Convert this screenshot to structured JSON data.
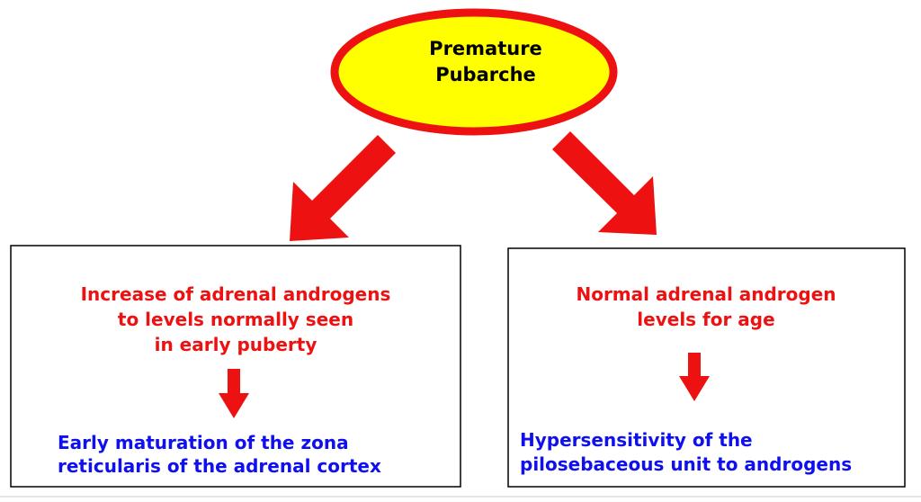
{
  "root": {
    "line1": "Premature",
    "line2": "Pubarche"
  },
  "left_box": {
    "cause_line1": "Increase of adrenal androgens",
    "cause_line2": "to levels normally seen",
    "cause_line3": "in early puberty",
    "effect_line1": "Early maturation of the zona",
    "effect_line2": "reticularis of the adrenal cortex"
  },
  "right_box": {
    "cause_line1": "Normal adrenal androgen",
    "cause_line2": "levels for age",
    "effect_line1": "Hypersensitivity of the",
    "effect_line2": "pilosebaceous unit to androgens"
  },
  "colors": {
    "ellipse_fill": "#ffff00",
    "ellipse_stroke": "#ee1111",
    "arrow": "#ee1111",
    "cause_text": "#ee1111",
    "effect_text": "#1010ee"
  }
}
